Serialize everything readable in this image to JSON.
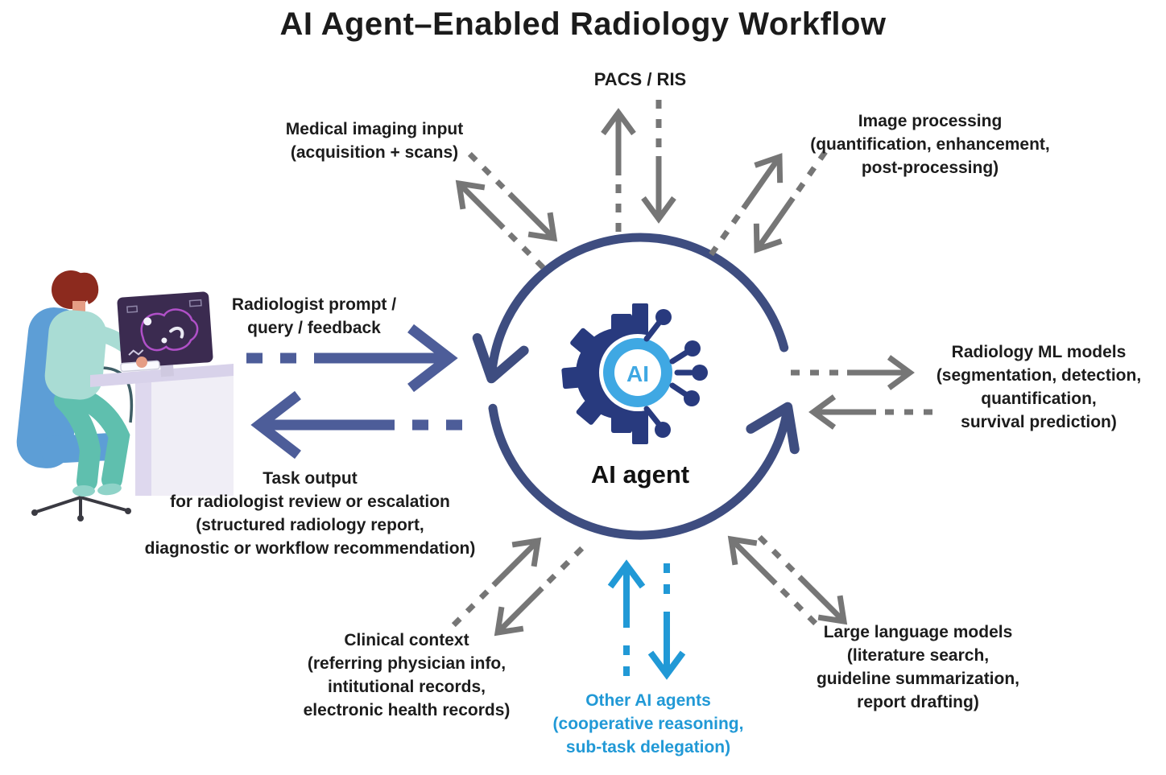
{
  "title": "AI Agent–Enabled Radiology Workflow",
  "center": {
    "label": "AI agent",
    "icon_text": "AI",
    "icon_name": "ai-gear-circuit-icon"
  },
  "nodes": {
    "pacs": {
      "lines": [
        "PACS / RIS"
      ]
    },
    "medical_imaging": {
      "lines": [
        "Medical imaging input",
        "(acquisition + scans)"
      ]
    },
    "image_processing": {
      "lines": [
        "Image processing",
        "(quantification, enhancement,",
        "post-processing)"
      ]
    },
    "radiologist_prompt": {
      "lines": [
        "Radiologist prompt /",
        "query / feedback"
      ]
    },
    "task_output": {
      "lines": [
        "Task output",
        "for radiologist review or escalation",
        "(structured radiology report,",
        "diagnostic or workflow recommendation)"
      ]
    },
    "radiology_ml": {
      "lines": [
        "Radiology ML models",
        "(segmentation, detection,",
        "quantification,",
        "survival prediction)"
      ]
    },
    "clinical_context": {
      "lines": [
        "Clinical context",
        "(referring physician info,",
        "intitutional records,",
        "electronic health records)"
      ]
    },
    "other_agents": {
      "lines": [
        "Other AI agents",
        "(cooperative reasoning,",
        "sub-task delegation)"
      ]
    },
    "llm": {
      "lines": [
        "Large language models",
        "(literature search,",
        "guideline summarization,",
        "report drafting)"
      ]
    }
  },
  "colors": {
    "cycle_blue": "#3e4d80",
    "prompt_arrow_blue": "#4d5d99",
    "gray_arrow": "#767676",
    "agent_blue": "#2199d6",
    "icon_navy": "#283a7e",
    "badge_blue": "#3fa8e3",
    "text": "#1b1b1b"
  }
}
